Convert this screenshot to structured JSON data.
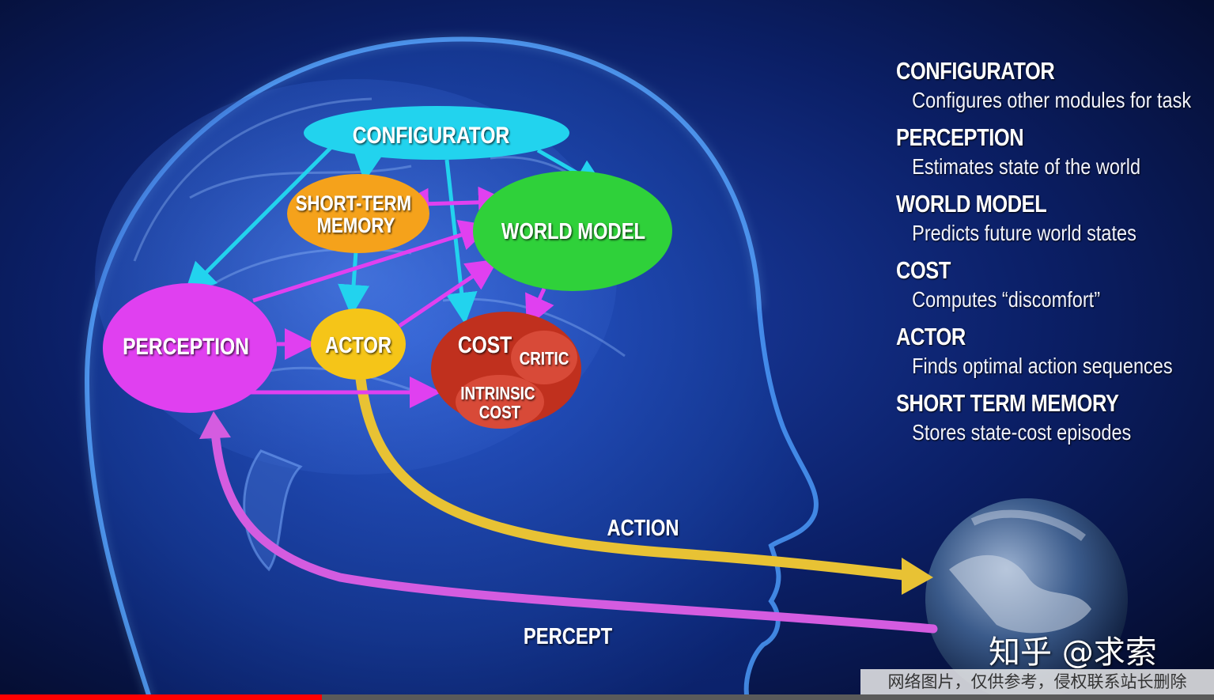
{
  "colors": {
    "configurator": "#22d3ee",
    "memory": "#f5a21b",
    "world_model": "#2fd13a",
    "perception": "#e040f0",
    "actor": "#f5c518",
    "cost": "#c0301e",
    "cost_inner": "#d84a38",
    "action_path": "#e8c234",
    "percept_path": "#d45ce0"
  },
  "modules": {
    "configurator": "CONFIGURATOR",
    "short_term_memory": [
      "SHORT-TERM",
      "MEMORY"
    ],
    "world_model": "WORLD MODEL",
    "perception": "PERCEPTION",
    "actor": "ACTOR",
    "cost": "COST",
    "critic": "CRITIC",
    "intrinsic_cost": [
      "INTRINSIC",
      "COST"
    ]
  },
  "paths": {
    "action": "ACTION",
    "percept": "PERCEPT"
  },
  "legend": [
    {
      "title": "CONFIGURATOR",
      "desc": "Configures other modules for task"
    },
    {
      "title": "PERCEPTION",
      "desc": "Estimates state of the world"
    },
    {
      "title": "WORLD MODEL",
      "desc": "Predicts future world states"
    },
    {
      "title": "COST",
      "desc": "Computes “discomfort”"
    },
    {
      "title": "ACTOR",
      "desc": "Finds optimal action sequences"
    },
    {
      "title": "SHORT TERM MEMORY",
      "desc": "Stores state-cost episodes"
    }
  ],
  "watermark": {
    "logo": "知乎 @求索",
    "notice": "网络图片，仅供参考，侵权联系站长删除"
  },
  "video": {
    "progress": 0.265
  }
}
